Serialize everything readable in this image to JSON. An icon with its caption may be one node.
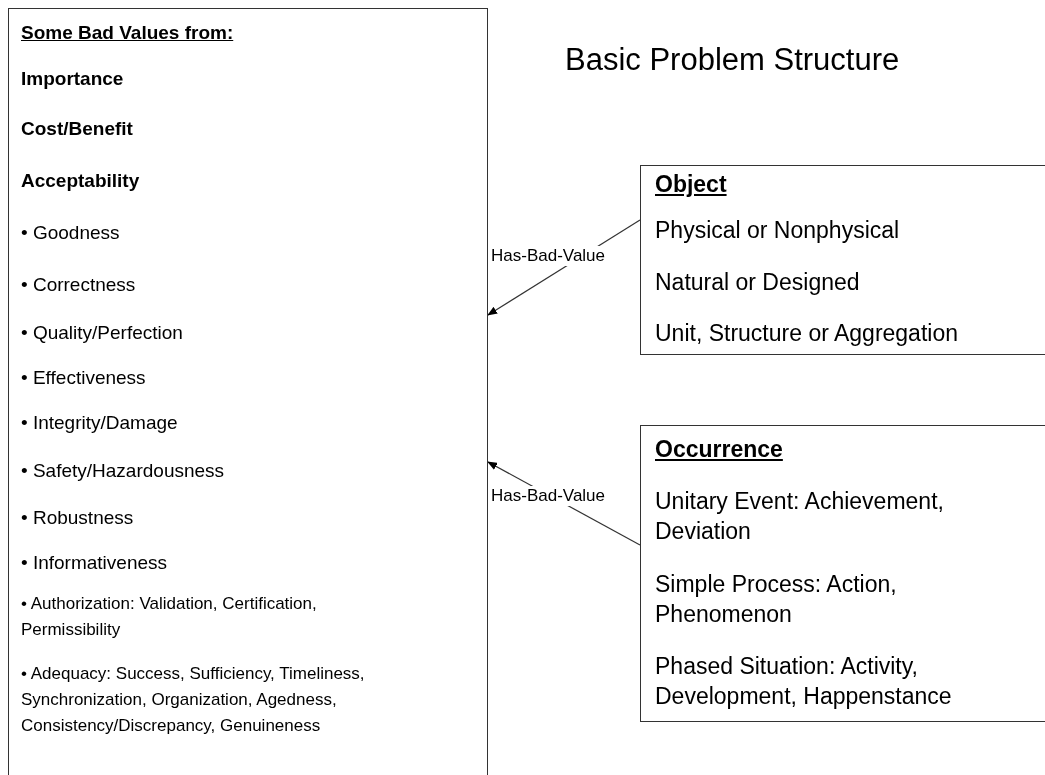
{
  "diagram": {
    "title": "Basic Problem Structure",
    "nodes": [
      {
        "text": [
          "Some Bad Values from:",
          "Importance",
          "Cost/Benefit",
          "Acceptability",
          "• Goodness",
          "• Correctness",
          "• Quality/Perfection",
          "• Effectiveness",
          "• Integrity/Damage",
          "• Safety/Hazardousness",
          "• Robustness",
          "• Informativeness",
          "• Authorization: Validation, Certification, Permissibility",
          "• Adequacy: Success, Sufficiency, Timeliness, Synchronization, Organization, Agedness, Consistency/Discrepancy, Genuineness"
        ]
      },
      {
        "text": [
          "Object",
          "Physical or Nonphysical",
          "Natural or Designed",
          "Unit, Structure or Aggregation"
        ]
      },
      {
        "text": [
          "Occurrence",
          "Unitary Event: Achievement, Deviation",
          "Simple Process: Action, Phenomenon",
          "Phased Situation: Activity, Development, Happenstance"
        ]
      }
    ],
    "edges": [
      {
        "from": 1,
        "to": 0,
        "arrow": "to",
        "label": "Has-Bad-Value"
      },
      {
        "from": 2,
        "to": 0,
        "arrow": "to",
        "label": "Has-Bad-Value"
      }
    ]
  }
}
